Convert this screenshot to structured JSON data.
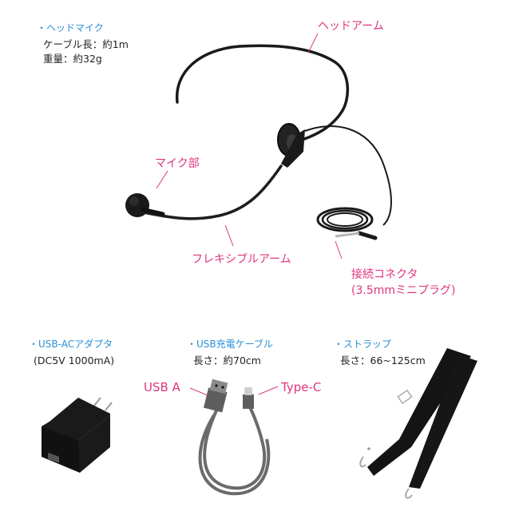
{
  "headset_spec": {
    "heading": "・ヘッドマイク",
    "lines": [
      "ケーブル長：約1m",
      "重量：約32g"
    ]
  },
  "callouts": {
    "head_arm": "ヘッドアーム",
    "mic_part": "マイク部",
    "flexible_arm": "フレキシブルアーム",
    "connector_line1": "接続コネクタ",
    "connector_line2": "(3.5mmミニプラグ)"
  },
  "accessories": [
    {
      "heading": "・USB-ACアダプタ",
      "detail": "(DC5V 1000mA)"
    },
    {
      "heading": "・USB充電ケーブル",
      "detail": "長さ：約70cm"
    },
    {
      "heading": "・ストラップ",
      "detail": "長さ：66~125cm"
    }
  ],
  "cable_labels": {
    "left": "USB A",
    "right": "Type-C"
  },
  "colors": {
    "heading_blue": "#2a8fd6",
    "callout_pink": "#e0357d",
    "cable_gray": "#6b6b6b",
    "product_black": "#1a1a1a"
  }
}
